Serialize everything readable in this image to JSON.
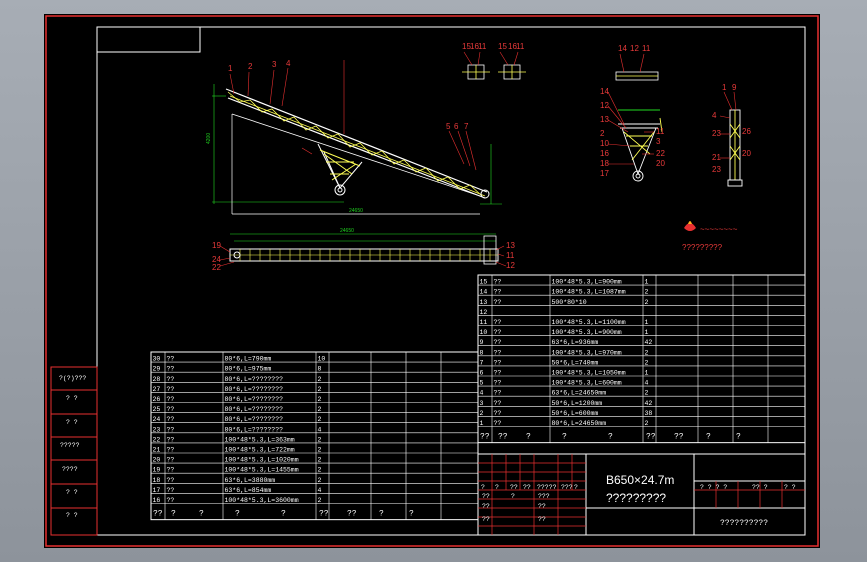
{
  "drawing": {
    "title_main": "B650×24.7m",
    "title_sub": "?????????",
    "company": "??????????",
    "logo_caption": "?????????"
  },
  "left_strip": [
    "?(?)???",
    "? ?",
    "? ?",
    "?????",
    "????",
    "? ?",
    "? ?"
  ],
  "bom_left": {
    "rows": [
      [
        "30",
        "??",
        "80*6,L=790mm",
        "10"
      ],
      [
        "29",
        "??",
        "80*6,L=975mm",
        "8"
      ],
      [
        "28",
        "??",
        "80*6,L=????????",
        "2"
      ],
      [
        "27",
        "??",
        "80*6,L=????????",
        "2"
      ],
      [
        "26",
        "??",
        "80*6,L=????????",
        "2"
      ],
      [
        "25",
        "??",
        "80*6,L=????????",
        "2"
      ],
      [
        "24",
        "??",
        "80*6,L=????????",
        "2"
      ],
      [
        "23",
        "??",
        "80*6,L=????????",
        "4"
      ],
      [
        "22",
        "??",
        "100*48*5.3,L=363mm",
        "2"
      ],
      [
        "21",
        "??",
        "100*48*5.3,L=722mm",
        "2"
      ],
      [
        "20",
        "??",
        "100*48*5.3,L=1020mm",
        "2"
      ],
      [
        "19",
        "??",
        "100*48*5.3,L=1455mm",
        "2"
      ],
      [
        "18",
        "??",
        "63*6,L=3880mm",
        "2"
      ],
      [
        "17",
        "??",
        "63*6,L=854mm",
        "4"
      ],
      [
        "16",
        "??",
        "100*48*5.3,L=3600mm",
        "2"
      ]
    ],
    "header": [
      "??",
      "?",
      "?",
      "?",
      "?",
      "??",
      "??",
      "?",
      "?"
    ]
  },
  "bom_right": {
    "rows": [
      [
        "15",
        "??",
        "100*48*5.3,L=900mm",
        "1"
      ],
      [
        "14",
        "??",
        "100*48*5.3,L=1087mm",
        "2"
      ],
      [
        "13",
        "??",
        "500*80*10",
        "2"
      ],
      [
        "12",
        "",
        "",
        ""
      ],
      [
        "11",
        "??",
        "100*48*5.3,L=1100mm",
        "1"
      ],
      [
        "10",
        "??",
        "100*48*5.3,L=900mm",
        "1"
      ],
      [
        "9",
        "??",
        "63*6,L=936mm",
        "42"
      ],
      [
        "8",
        "??",
        "100*48*5.3,L=970mm",
        "2"
      ],
      [
        "7",
        "??",
        "50*6,L=740mm",
        "2"
      ],
      [
        "6",
        "??",
        "100*48*5.3,L=1050mm",
        "1"
      ],
      [
        "5",
        "??",
        "100*48*5.3,L=600mm",
        "4"
      ],
      [
        "4",
        "??",
        "63*6,L=24650mm",
        "2"
      ],
      [
        "3",
        "??",
        "50*6,L=1200mm",
        "42"
      ],
      [
        "2",
        "??",
        "50*6,L=600mm",
        "38"
      ],
      [
        "1",
        "??",
        "80*6,L=24650mm",
        "2"
      ]
    ],
    "header": [
      "??",
      "??",
      "?",
      "?",
      "?",
      "??",
      "??",
      "?",
      "?"
    ]
  },
  "title_block": {
    "left_row1": [
      "?",
      "?",
      "??",
      "??",
      "?????",
      "???",
      "?",
      "?"
    ],
    "left_row2": [
      "??",
      "?",
      "???"
    ],
    "left_row3": [
      "??",
      "??"
    ],
    "left_row4": [
      "??",
      "??"
    ],
    "right_row1": [
      "? ? ? ?",
      "?? ?",
      "? ?"
    ]
  },
  "colors": {
    "frame_red": "#e83030",
    "line_white": "#ffffff",
    "member_yellow": "#ffff55",
    "dim_green": "#22dd22"
  }
}
